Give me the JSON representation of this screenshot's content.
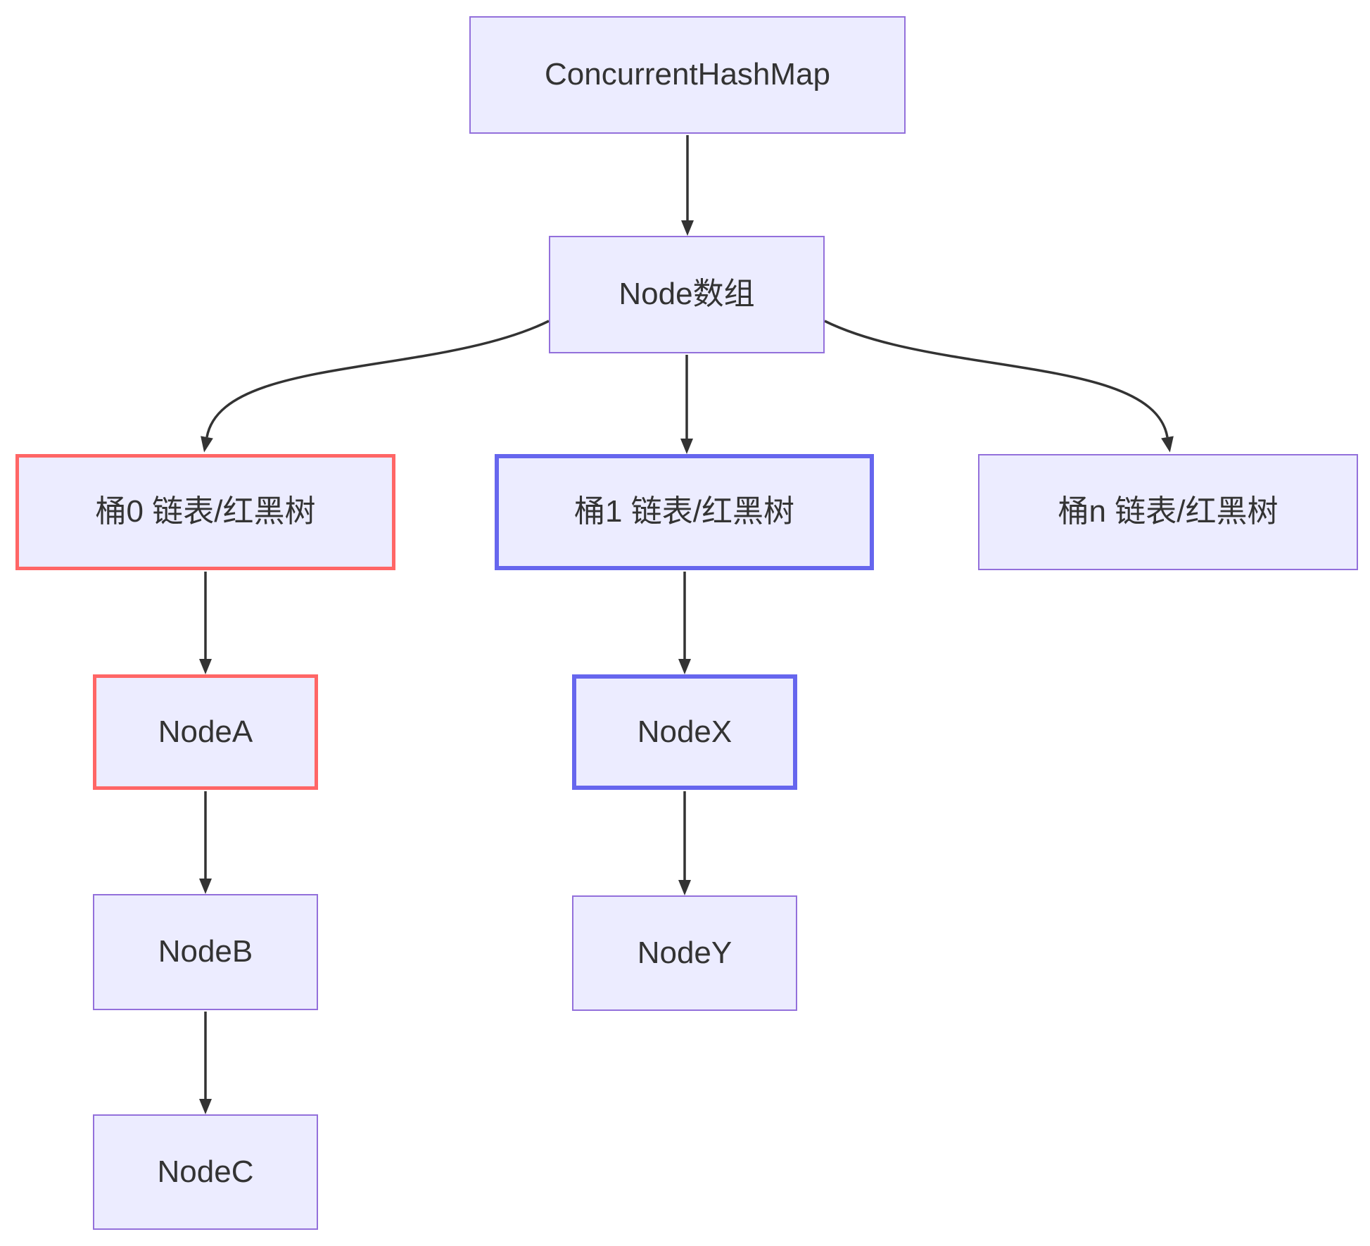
{
  "diagram": {
    "type": "flowchart",
    "direction": "top-down",
    "nodes": {
      "chm": {
        "label": "ConcurrentHashMap",
        "emphasis": "default"
      },
      "arr": {
        "label": "Node数组",
        "emphasis": "default"
      },
      "b0": {
        "label": "桶0 链表/红黑树",
        "emphasis": "red"
      },
      "b1": {
        "label": "桶1 链表/红黑树",
        "emphasis": "blue"
      },
      "bn": {
        "label": "桶n 链表/红黑树",
        "emphasis": "default"
      },
      "nodeA": {
        "label": "NodeA",
        "emphasis": "red"
      },
      "nodeB": {
        "label": "NodeB",
        "emphasis": "default"
      },
      "nodeC": {
        "label": "NodeC",
        "emphasis": "default"
      },
      "nodeX": {
        "label": "NodeX",
        "emphasis": "blue"
      },
      "nodeY": {
        "label": "NodeY",
        "emphasis": "default"
      }
    },
    "edges": [
      {
        "from": "chm",
        "to": "arr"
      },
      {
        "from": "arr",
        "to": "b0"
      },
      {
        "from": "arr",
        "to": "b1"
      },
      {
        "from": "arr",
        "to": "bn"
      },
      {
        "from": "b0",
        "to": "nodeA"
      },
      {
        "from": "nodeA",
        "to": "nodeB"
      },
      {
        "from": "nodeB",
        "to": "nodeC"
      },
      {
        "from": "b1",
        "to": "nodeX"
      },
      {
        "from": "nodeX",
        "to": "nodeY"
      }
    ]
  },
  "colors": {
    "node_fill": "#ECECFF",
    "node_border_default": "#9370DB",
    "highlight_red": "#FF6666",
    "highlight_blue": "#6666EE",
    "arrow": "#333333",
    "text": "#333333",
    "background": "#FFFFFF"
  }
}
